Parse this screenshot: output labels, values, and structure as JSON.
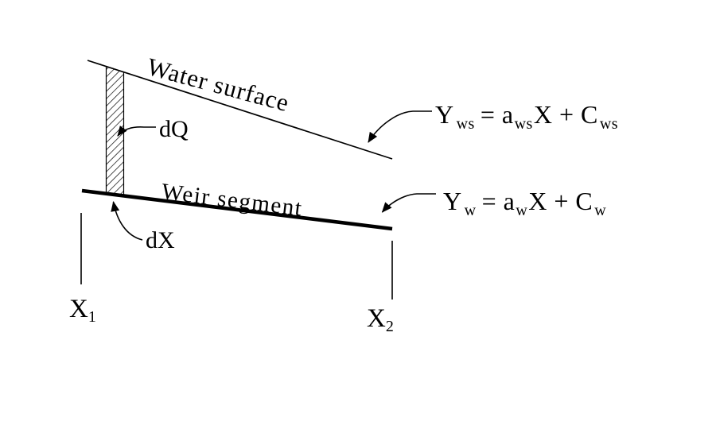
{
  "figure": {
    "colors": {
      "ink": "#000000",
      "paper": "#ffffff"
    },
    "labels": {
      "water_surface": "Water surface",
      "weir_segment": "Weir segment",
      "dq": "dQ",
      "dx": "dX"
    },
    "x_marks": {
      "x1": {
        "base": "X",
        "sub": "1"
      },
      "x2": {
        "base": "X",
        "sub": "2"
      }
    },
    "equations": {
      "water_surface": {
        "lhs": "Y",
        "lhs_sub": "ws",
        "mid": "= a",
        "mid_sub": "ws",
        "tail": "X + C",
        "tail_sub": "ws"
      },
      "weir": {
        "lhs": "Y",
        "lhs_sub": "w",
        "mid": "= a",
        "mid_sub": "w",
        "tail": "X + C",
        "tail_sub": "w"
      }
    }
  }
}
